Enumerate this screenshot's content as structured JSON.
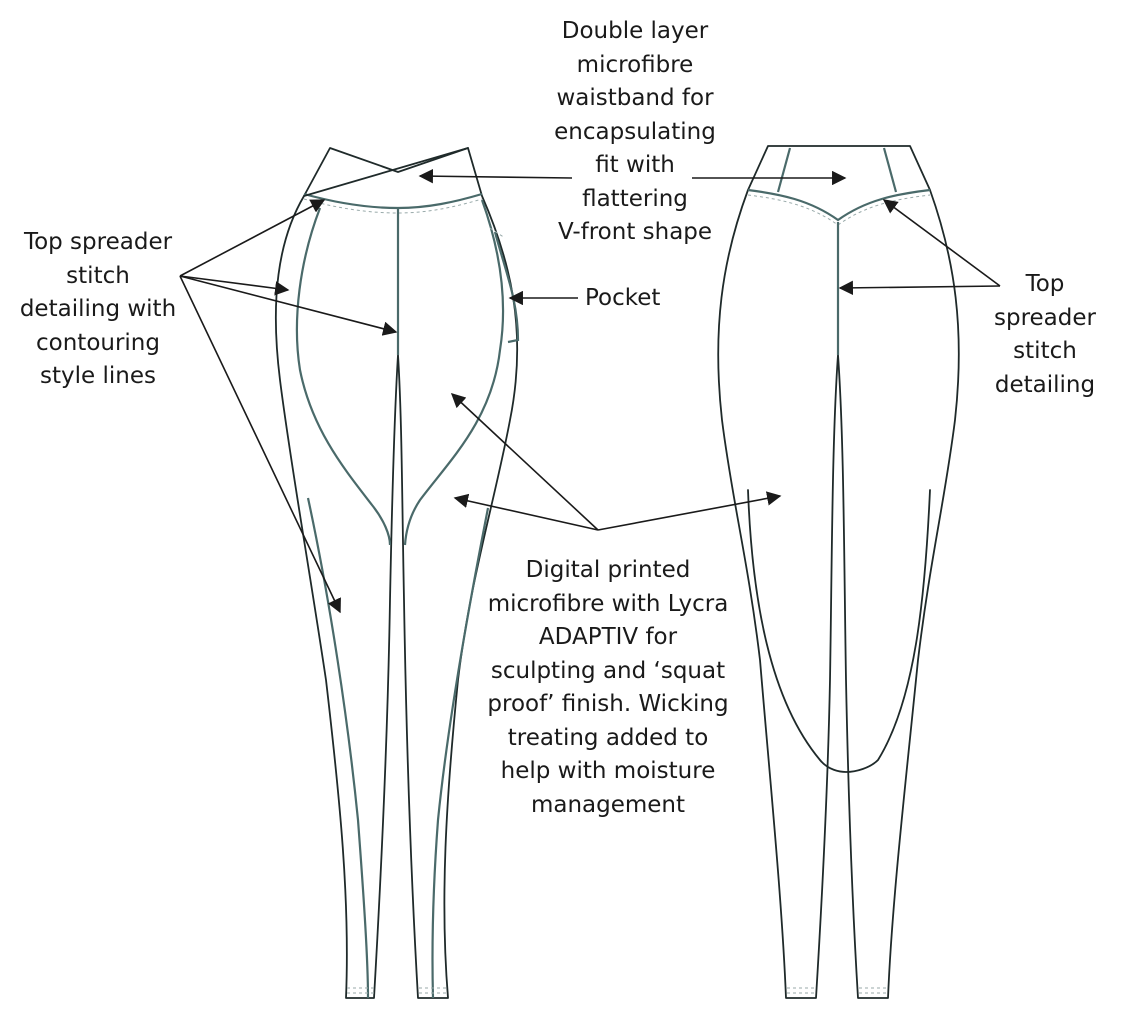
{
  "annotations": {
    "waistband": [
      "Double layer",
      "microfibre",
      "waistband for",
      "encapsulating",
      "fit with",
      "flattering",
      "V-front shape"
    ],
    "pocket": [
      "Pocket"
    ],
    "top_spreader_left": [
      "Top spreader",
      "stitch",
      "detailing with",
      "contouring",
      "style lines"
    ],
    "top_spreader_right": [
      "Top",
      "spreader",
      "stitch",
      "detailing"
    ],
    "digital_printed": [
      "Digital printed",
      "microfibre with Lycra",
      "ADAPTIV for",
      "sculpting and ‘squat",
      "proof’ finish. Wicking",
      "treating added to",
      "help with moisture",
      "management"
    ]
  },
  "colors": {
    "outline": "#1f2a2a",
    "seam": "#4a6a6a",
    "text": "#1a1a1a"
  }
}
